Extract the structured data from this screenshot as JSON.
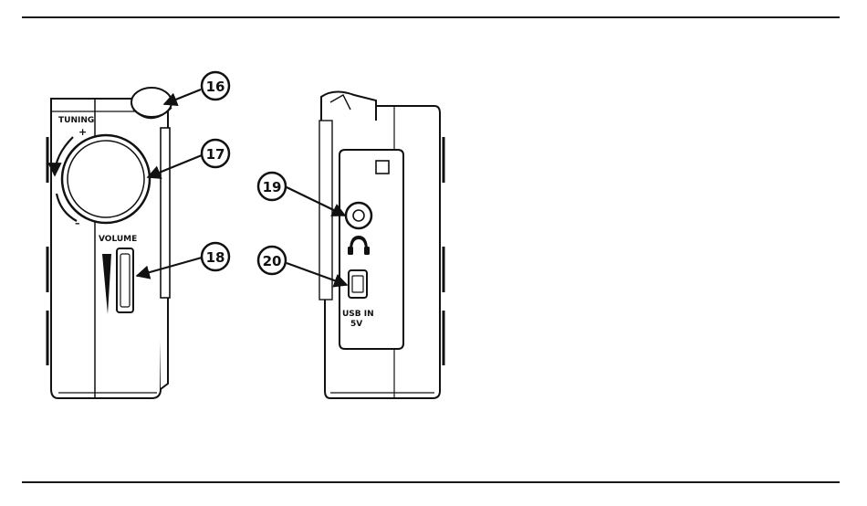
{
  "labels": {
    "tuning": "TUNING",
    "plus": "+",
    "minus": "–",
    "volume": "VOLUME",
    "usb_line1": "USB IN",
    "usb_line2": "5V"
  },
  "callouts": [
    {
      "id": "16",
      "text": "16"
    },
    {
      "id": "17",
      "text": "17"
    },
    {
      "id": "18",
      "text": "18"
    },
    {
      "id": "19",
      "text": "19"
    },
    {
      "id": "20",
      "text": "20"
    }
  ],
  "icons": {
    "headphone": "headphone-icon",
    "usb_port": "usb-port-icon"
  },
  "colors": {
    "line": "#111111",
    "panel_gray": "#e6e6e6",
    "background": "#ffffff"
  }
}
